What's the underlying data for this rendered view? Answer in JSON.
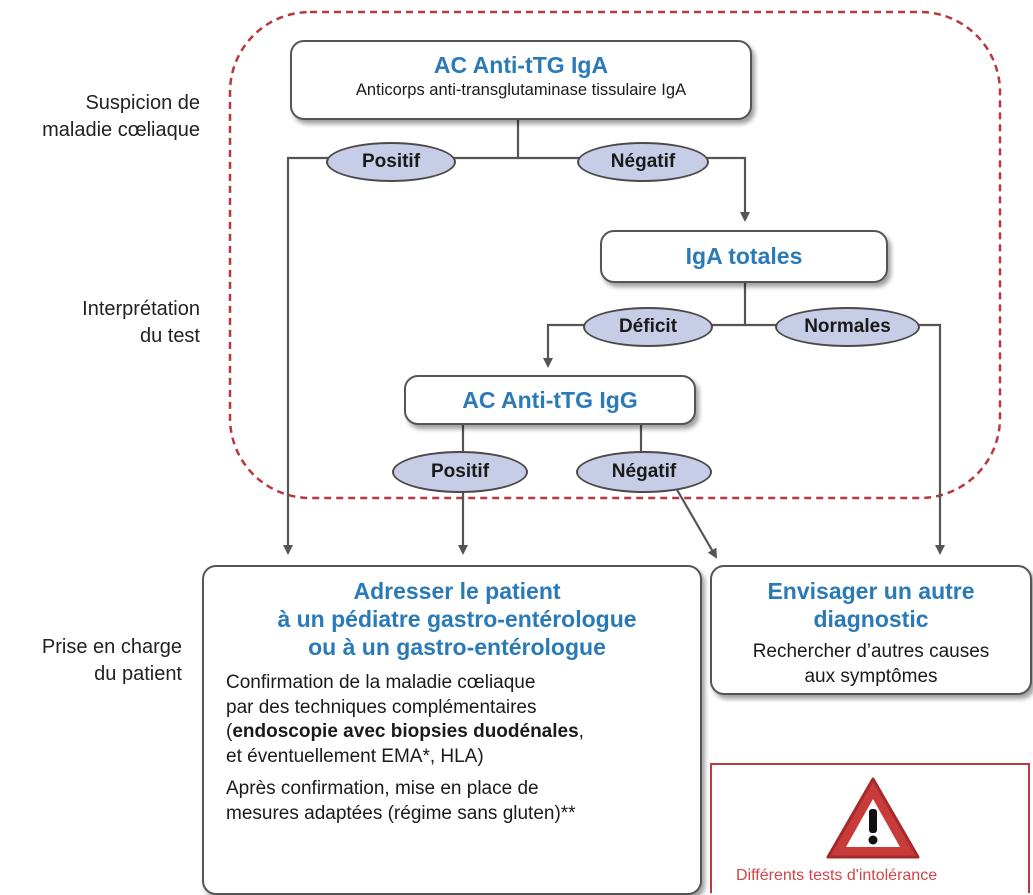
{
  "side_labels": {
    "suspicion": [
      "Suspicion de",
      "maladie cœliaque"
    ],
    "interpretation": [
      "Interprétation",
      "du test"
    ],
    "prise": [
      "Prise en charge",
      "du patient"
    ]
  },
  "boxes": {
    "anti_tg_iga": {
      "title": "AC Anti-tTG IgA",
      "subtitle": "Anticorps anti-transglutaminase tissulaire IgA"
    },
    "iga_totales": {
      "title": "IgA totales"
    },
    "anti_tg_igg": {
      "title": "AC Anti-tTG IgG"
    },
    "adresser": {
      "title": [
        "Adresser le patient",
        "à un pédiatre gastro-entérologue",
        "ou à un gastro-entérologue"
      ],
      "para1_a": "Confirmation de la maladie cœliaque",
      "para1_b": "par des techniques complémentaires",
      "para1_c_open": "(",
      "para1_c_bold": "endoscopie avec biopsies duodénales",
      "para1_c_close": ",",
      "para1_d": "et éventuellement EMA*, HLA)",
      "para2_a": "Après confirmation, mise en place de",
      "para2_b": "mesures adaptées (régime sans gluten)**"
    },
    "envisager": {
      "title": [
        "Envisager un autre",
        "diagnostic"
      ],
      "body": [
        "Rechercher d’autres causes",
        "aux symptômes"
      ]
    }
  },
  "pills": {
    "positif_1": "Positif",
    "negatif_1": "Négatif",
    "deficit": "Déficit",
    "normales": "Normales",
    "positif_2": "Positif",
    "negatif_2": "Négatif"
  },
  "warning": {
    "text": "Différents tests d'intolérance",
    "icon": "warning-triangle-icon"
  },
  "colors": {
    "title_blue": "#2a7ab8",
    "pill_fill": "#c7cde6",
    "dashed_red": "#b8383d",
    "connector": "#555555"
  }
}
